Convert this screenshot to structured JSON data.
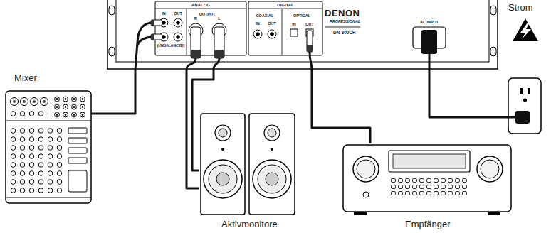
{
  "diagram": {
    "nodes": [
      {
        "text": [
          "DENON",
          "PROFESSIONAL",
          "DN-300CR"
        ]
      },
      {
        "text": [
          "Mixer"
        ]
      },
      {
        "text": [
          "Aktivmonitore"
        ]
      },
      {
        "text": [
          "Empfänger"
        ]
      },
      {
        "text": [
          "Strom"
        ]
      }
    ],
    "edges": [
      {
        "from": 0,
        "to": 1,
        "arrow": "none"
      },
      {
        "from": 0,
        "to": 2,
        "arrow": "none"
      },
      {
        "from": 0,
        "to": 2,
        "arrow": "none"
      },
      {
        "from": 0,
        "to": 3,
        "arrow": "none"
      },
      {
        "from": 0,
        "to": 4,
        "arrow": "none"
      }
    ],
    "labels": [
      "ANALOG",
      "IN",
      "OUT",
      "(UNBALANCED)",
      "R",
      "OUTPUT",
      "L",
      "DIGITAL",
      "COAXIAL",
      "IN",
      "OUT",
      "OPTICAL",
      "IN",
      "OUT",
      "AC INPUT"
    ]
  }
}
